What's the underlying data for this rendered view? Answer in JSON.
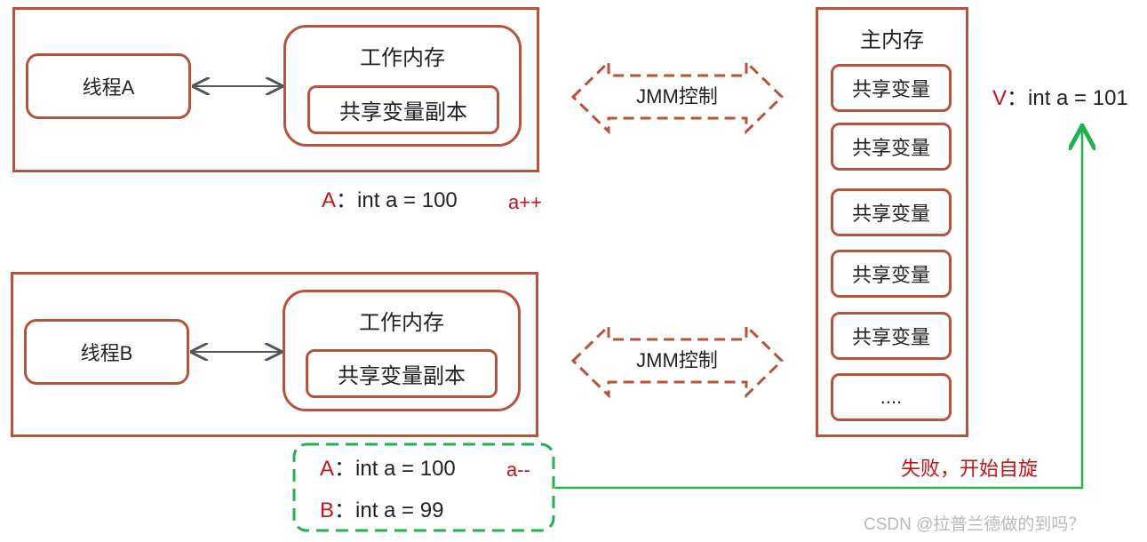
{
  "thread_a": {
    "label": "线程A",
    "work_memory_title": "工作内存",
    "copy_label": "共享变量副本",
    "jmm_label": "JMM控制",
    "value_prefix": "A",
    "value_text": "：int a = 100",
    "op": "a++"
  },
  "thread_b": {
    "label": "线程B",
    "work_memory_title": "工作内存",
    "copy_label": "共享变量副本",
    "jmm_label": "JMM控制",
    "op": "a--"
  },
  "main_memory": {
    "title": "主内存",
    "items": [
      "共享变量",
      "共享变量",
      "共享变量",
      "共享变量",
      "共享变量",
      "...."
    ],
    "value_prefix": "V",
    "value_text": "：int a = 101"
  },
  "cas_box": {
    "line1_prefix": "A",
    "line1_text": "：int a = 100",
    "line2_prefix": "B",
    "line2_text": "：int a = 99"
  },
  "fail_label": "失败，开始自旋",
  "watermark": "CSDN @拉普兰德做的到吗？",
  "colors": {
    "frame": "#b5533c",
    "red_text": "#c0151b",
    "green": "#22b14c",
    "arrow_gray": "#555555"
  }
}
